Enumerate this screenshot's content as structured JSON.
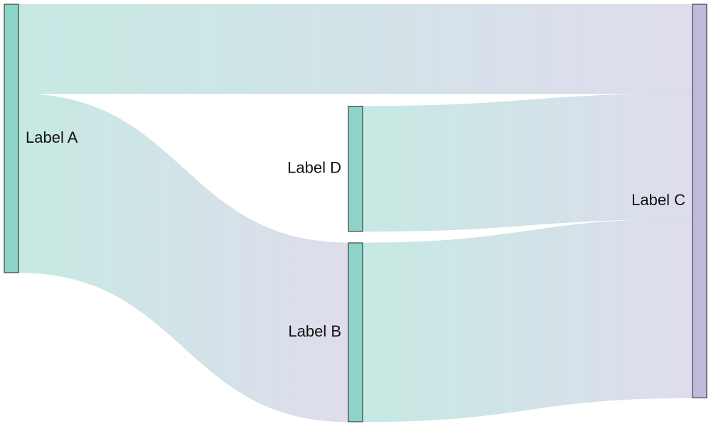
{
  "chart_data": {
    "type": "sankey",
    "nodes": [
      {
        "id": "A",
        "label": "Label A",
        "column": 0
      },
      {
        "id": "D",
        "label": "Label D",
        "column": 1
      },
      {
        "id": "B",
        "label": "Label B",
        "column": 1
      },
      {
        "id": "C",
        "label": "Label C",
        "column": 2
      }
    ],
    "links": [
      {
        "source": "A",
        "target": "C",
        "value": 5
      },
      {
        "source": "A",
        "target": "B",
        "value": 10
      },
      {
        "source": "D",
        "target": "C",
        "value": 7
      },
      {
        "source": "B",
        "target": "C",
        "value": 10
      }
    ],
    "colors": {
      "source_node": "#8dd3c7",
      "target_node": "#bebada",
      "link_start": "#8dd3c7",
      "link_end": "#bebada"
    }
  }
}
